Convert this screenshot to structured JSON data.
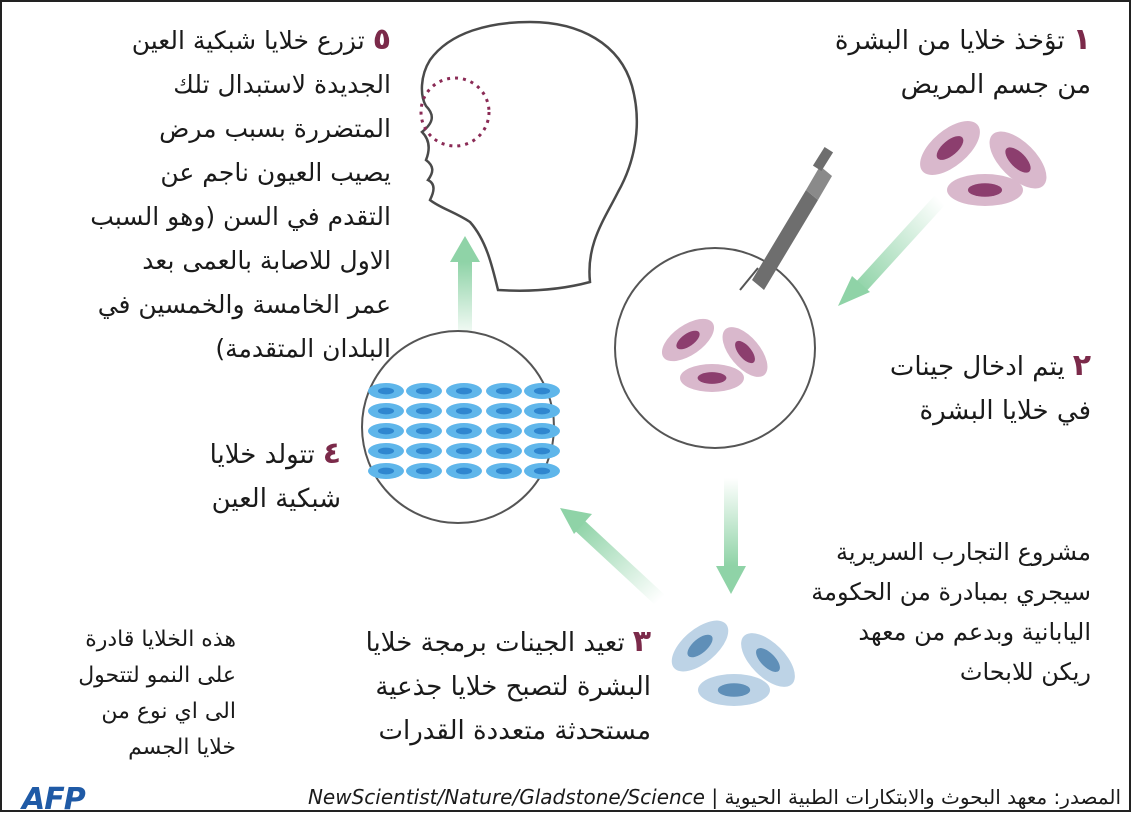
{
  "steps": [
    {
      "number": "١",
      "lines": [
        "تؤخذ خلايا من البشرة",
        "من جسم المريض"
      ]
    },
    {
      "number": "٢",
      "lines": [
        "يتم ادخال جينات",
        "في خلايا البشرة"
      ]
    },
    {
      "number": "٣",
      "lines": [
        "تعيد الجينات برمجة خلايا",
        "البشرة لتصبح خلايا جذعية",
        "مستحدثة متعددة القدرات"
      ]
    },
    {
      "number": "٤",
      "lines": [
        "تتولد خلايا",
        "شبكية العين"
      ]
    },
    {
      "number": "٥",
      "lines": [
        "تزرع خلايا شبكية العين",
        "الجديدة لاستبدال تلك",
        "المتضررة بسبب مرض",
        "يصيب العيون ناجم عن",
        "التقدم في السن (وهو السبب",
        "الاول للاصابة بالعمى بعد",
        "عمر الخامسة والخمسين في",
        "البلدان المتقدمة)"
      ]
    }
  ],
  "notes": {
    "project": [
      "مشروع التجارب السريرية",
      "سيجري بمبادرة من الحكومة",
      "اليابانية وبدعم من معهد",
      "ريكن للابحاث"
    ],
    "cells": [
      "هذه الخلايا قادرة",
      "على النمو لتتحول",
      "الى اي نوع من",
      "خلايا الجسم"
    ]
  },
  "source": {
    "prefix": "المصدر: معهد البحوث والابتكارات الطبية الحيوية",
    "sciences": "NewScientist/Nature/Gladstone/Science"
  },
  "logo": "AFP",
  "colors": {
    "skin_cell": "#d9b8cc",
    "skin_nucleus": "#8c3e6e",
    "stem_cell": "#bdd3e6",
    "stem_nucleus": "#5f8fb8",
    "retina_cell": "#5fb6ea",
    "retina_nucleus": "#2f86cf",
    "arrow": "#8fd3a7",
    "number": "#7b2a4a",
    "syringe": "#6e6e6e",
    "eye_ring": "#8a2a55"
  }
}
